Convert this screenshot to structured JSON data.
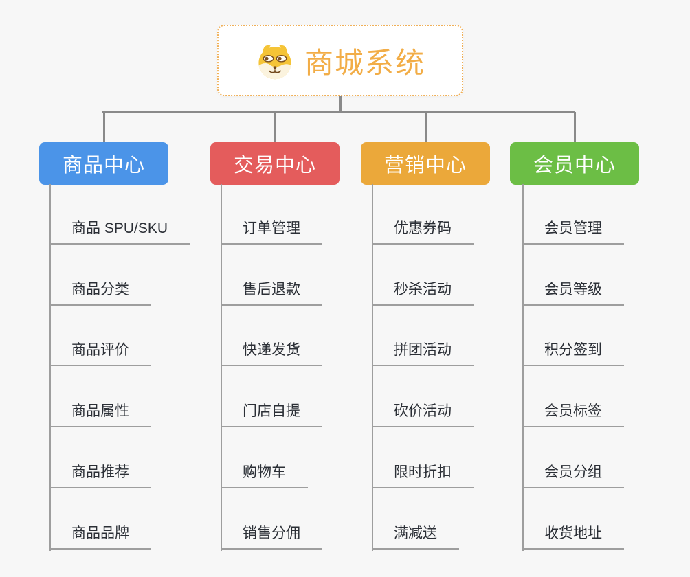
{
  "root": {
    "title": "商城系统",
    "icon": "doge-face-icon",
    "text_color": "#F2AD47",
    "border_color": "#F0B058"
  },
  "connector_color": "#8A8A8A",
  "leaf_line_color": "#9E9E9E",
  "branches": [
    {
      "label": "商品中心",
      "color": "#4B94E8",
      "items": [
        "商品 SPU/SKU",
        "商品分类",
        "商品评价",
        "商品属性",
        "商品推荐",
        "商品品牌"
      ]
    },
    {
      "label": "交易中心",
      "color": "#E45C5C",
      "items": [
        "订单管理",
        "售后退款",
        "快递发货",
        "门店自提",
        "购物车",
        "销售分佣"
      ]
    },
    {
      "label": "营销中心",
      "color": "#EBA83A",
      "items": [
        "优惠券码",
        "秒杀活动",
        "拼团活动",
        "砍价活动",
        "限时折扣",
        "满减送"
      ]
    },
    {
      "label": "会员中心",
      "color": "#6CBE45",
      "items": [
        "会员管理",
        "会员等级",
        "积分签到",
        "会员标签",
        "会员分组",
        "收货地址"
      ]
    }
  ]
}
